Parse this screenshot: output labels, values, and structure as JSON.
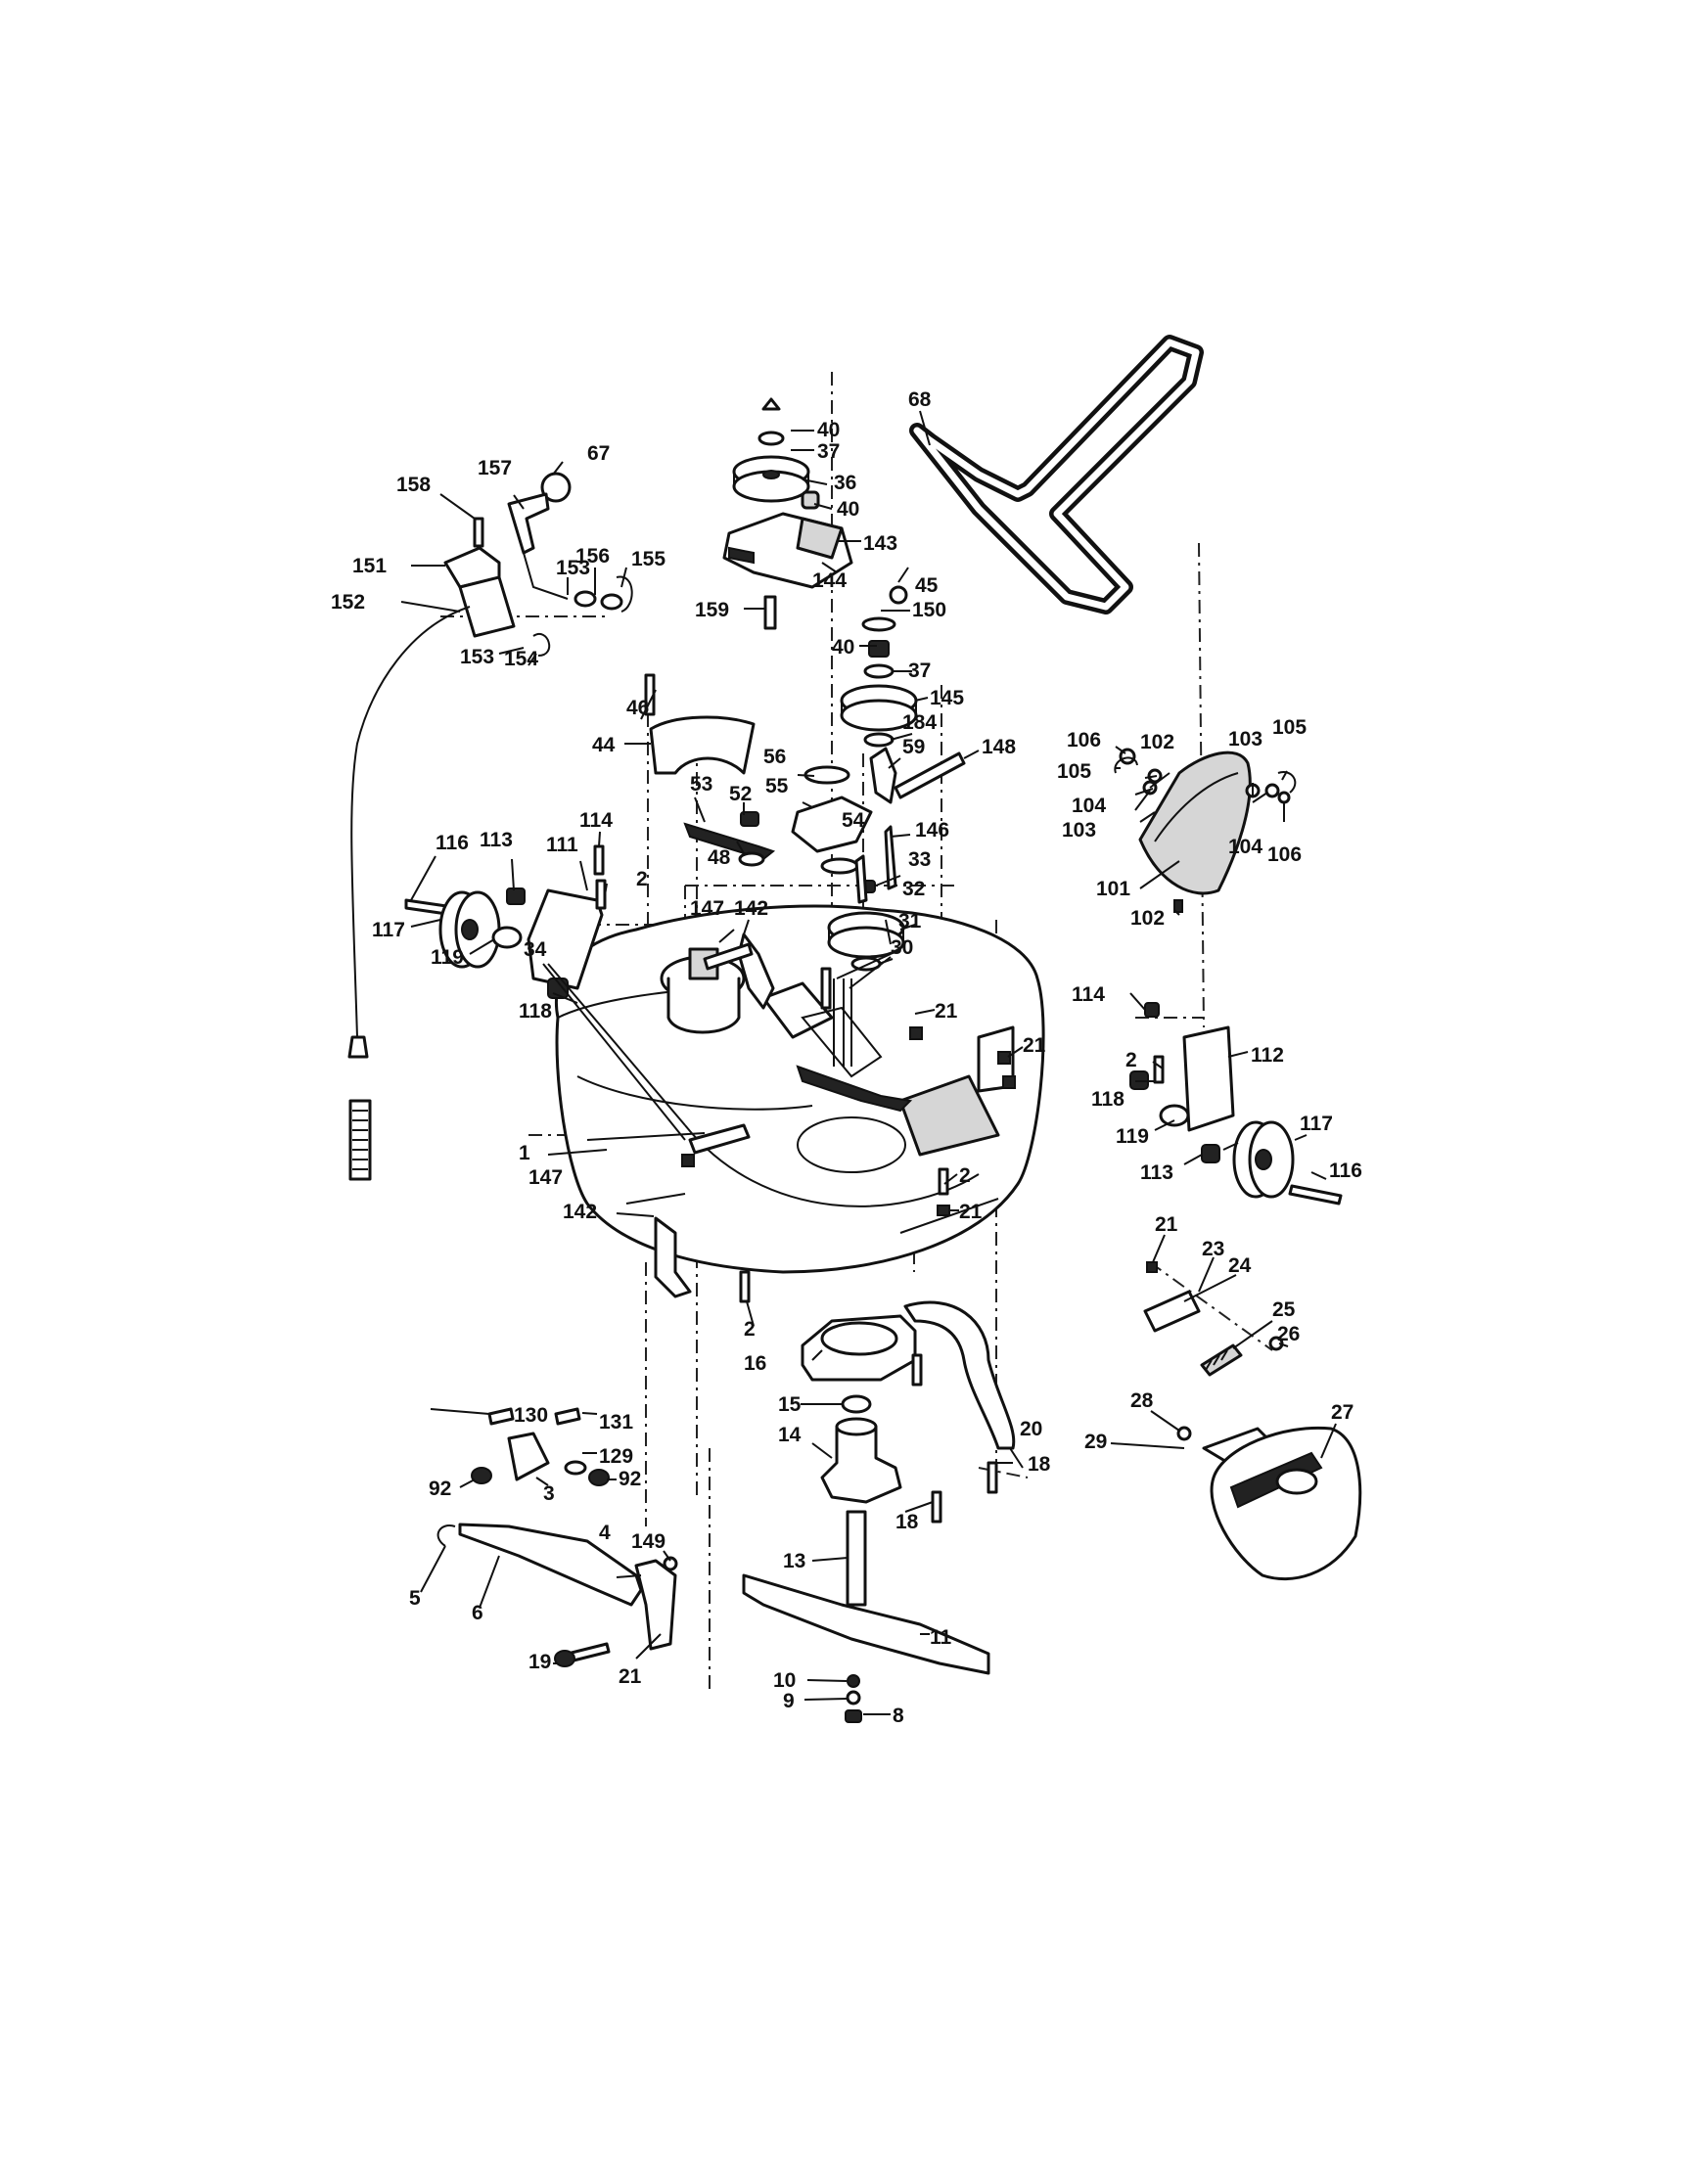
{
  "callouts": [
    {
      "id": "c1",
      "text": "1"
    },
    {
      "id": "c2a",
      "text": "2"
    },
    {
      "id": "c2b",
      "text": "2"
    },
    {
      "id": "c2c",
      "text": "2"
    },
    {
      "id": "c2d",
      "text": "2"
    },
    {
      "id": "c3",
      "text": "3"
    },
    {
      "id": "c4",
      "text": "4"
    },
    {
      "id": "c5",
      "text": "5"
    },
    {
      "id": "c6",
      "text": "6"
    },
    {
      "id": "c8",
      "text": "8"
    },
    {
      "id": "c9",
      "text": "9"
    },
    {
      "id": "c10",
      "text": "10"
    },
    {
      "id": "c11",
      "text": "11"
    },
    {
      "id": "c13",
      "text": "13"
    },
    {
      "id": "c14",
      "text": "14"
    },
    {
      "id": "c15",
      "text": "15"
    },
    {
      "id": "c16",
      "text": "16"
    },
    {
      "id": "c18a",
      "text": "18"
    },
    {
      "id": "c18b",
      "text": "18"
    },
    {
      "id": "c19",
      "text": "19"
    },
    {
      "id": "c20",
      "text": "20"
    },
    {
      "id": "c21a",
      "text": "21"
    },
    {
      "id": "c21b",
      "text": "21"
    },
    {
      "id": "c21c",
      "text": "21"
    },
    {
      "id": "c21d",
      "text": "21"
    },
    {
      "id": "c21e",
      "text": "21"
    },
    {
      "id": "c23",
      "text": "23"
    },
    {
      "id": "c24",
      "text": "24"
    },
    {
      "id": "c25",
      "text": "25"
    },
    {
      "id": "c26",
      "text": "26"
    },
    {
      "id": "c27",
      "text": "27"
    },
    {
      "id": "c28",
      "text": "28"
    },
    {
      "id": "c29",
      "text": "29"
    },
    {
      "id": "c30",
      "text": "30"
    },
    {
      "id": "c31",
      "text": "31"
    },
    {
      "id": "c32",
      "text": "32"
    },
    {
      "id": "c33",
      "text": "33"
    },
    {
      "id": "c34",
      "text": "34"
    },
    {
      "id": "c36",
      "text": "36"
    },
    {
      "id": "c37a",
      "text": "37"
    },
    {
      "id": "c37b",
      "text": "37"
    },
    {
      "id": "c40a",
      "text": "40"
    },
    {
      "id": "c40b",
      "text": "40"
    },
    {
      "id": "c40c",
      "text": "40"
    },
    {
      "id": "c44",
      "text": "44"
    },
    {
      "id": "c45",
      "text": "45"
    },
    {
      "id": "c46",
      "text": "46"
    },
    {
      "id": "c48",
      "text": "48"
    },
    {
      "id": "c52",
      "text": "52"
    },
    {
      "id": "c53",
      "text": "53"
    },
    {
      "id": "c54",
      "text": "54"
    },
    {
      "id": "c55",
      "text": "55"
    },
    {
      "id": "c56",
      "text": "56"
    },
    {
      "id": "c59",
      "text": "59"
    },
    {
      "id": "c67",
      "text": "67"
    },
    {
      "id": "c68",
      "text": "68"
    },
    {
      "id": "c92a",
      "text": "92"
    },
    {
      "id": "c92b",
      "text": "92"
    },
    {
      "id": "c101",
      "text": "101"
    },
    {
      "id": "c102a",
      "text": "102"
    },
    {
      "id": "c102b",
      "text": "102"
    },
    {
      "id": "c103a",
      "text": "103"
    },
    {
      "id": "c103b",
      "text": "103"
    },
    {
      "id": "c104a",
      "text": "104"
    },
    {
      "id": "c104b",
      "text": "104"
    },
    {
      "id": "c105a",
      "text": "105"
    },
    {
      "id": "c105b",
      "text": "105"
    },
    {
      "id": "c106a",
      "text": "106"
    },
    {
      "id": "c106b",
      "text": "106"
    },
    {
      "id": "c111",
      "text": "111"
    },
    {
      "id": "c112",
      "text": "112"
    },
    {
      "id": "c113a",
      "text": "113"
    },
    {
      "id": "c113b",
      "text": "113"
    },
    {
      "id": "c114a",
      "text": "114"
    },
    {
      "id": "c114b",
      "text": "114"
    },
    {
      "id": "c116a",
      "text": "116"
    },
    {
      "id": "c116b",
      "text": "116"
    },
    {
      "id": "c117a",
      "text": "117"
    },
    {
      "id": "c117b",
      "text": "117"
    },
    {
      "id": "c118a",
      "text": "118"
    },
    {
      "id": "c118b",
      "text": "118"
    },
    {
      "id": "c119a",
      "text": "119"
    },
    {
      "id": "c119b",
      "text": "119"
    },
    {
      "id": "c129",
      "text": "129"
    },
    {
      "id": "c130",
      "text": "130"
    },
    {
      "id": "c131",
      "text": "131"
    },
    {
      "id": "c142a",
      "text": "142"
    },
    {
      "id": "c142b",
      "text": "142"
    },
    {
      "id": "c143",
      "text": "143"
    },
    {
      "id": "c144",
      "text": "144"
    },
    {
      "id": "c145",
      "text": "145"
    },
    {
      "id": "c146",
      "text": "146"
    },
    {
      "id": "c147a",
      "text": "147"
    },
    {
      "id": "c147b",
      "text": "147"
    },
    {
      "id": "c148",
      "text": "148"
    },
    {
      "id": "c149",
      "text": "149"
    },
    {
      "id": "c150",
      "text": "150"
    },
    {
      "id": "c151",
      "text": "151"
    },
    {
      "id": "c152",
      "text": "152"
    },
    {
      "id": "c153a",
      "text": "153"
    },
    {
      "id": "c153b",
      "text": "153"
    },
    {
      "id": "c154",
      "text": "154"
    },
    {
      "id": "c155",
      "text": "155"
    },
    {
      "id": "c156",
      "text": "156"
    },
    {
      "id": "c157",
      "text": "157"
    },
    {
      "id": "c158",
      "text": "158"
    },
    {
      "id": "c159",
      "text": "159"
    },
    {
      "id": "c184",
      "text": "184"
    }
  ]
}
